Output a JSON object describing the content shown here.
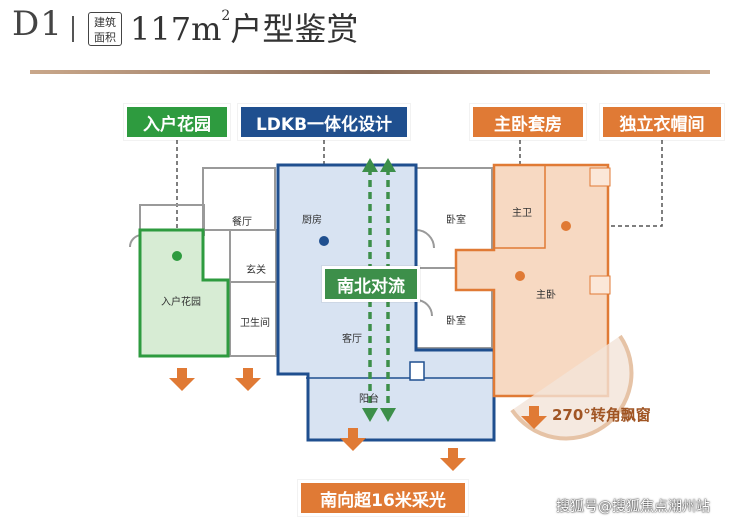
{
  "header": {
    "code": "D1",
    "badge_line1": "建筑",
    "badge_line2": "面积",
    "area_num": "117m",
    "area_sup": "2",
    "title_suffix": "户型鉴赏"
  },
  "tags": {
    "garden": "入户花园",
    "ldkb": "LDKB一体化设计",
    "master_suite": "主卧套房",
    "wardrobe": "独立衣帽间",
    "airflow": "南北对流",
    "sunlight": "南向超16米采光"
  },
  "rooms": {
    "dining": "餐厅",
    "kitchen": "厨房",
    "foyer": "玄关",
    "bathroom": "卫生间",
    "garden": "入户花园",
    "living": "客厅",
    "balcony": "阳台",
    "bedroom_a": "卧室",
    "bedroom_b": "卧室",
    "master_bath": "主卫",
    "master_bed": "主卧"
  },
  "bay_window": "270°转角飘窗",
  "watermark": "搜狐号@搜狐焦点潮州站",
  "colors": {
    "green": "#2e9b3f",
    "blue": "#1f4f8f",
    "orange": "#e07a35"
  }
}
